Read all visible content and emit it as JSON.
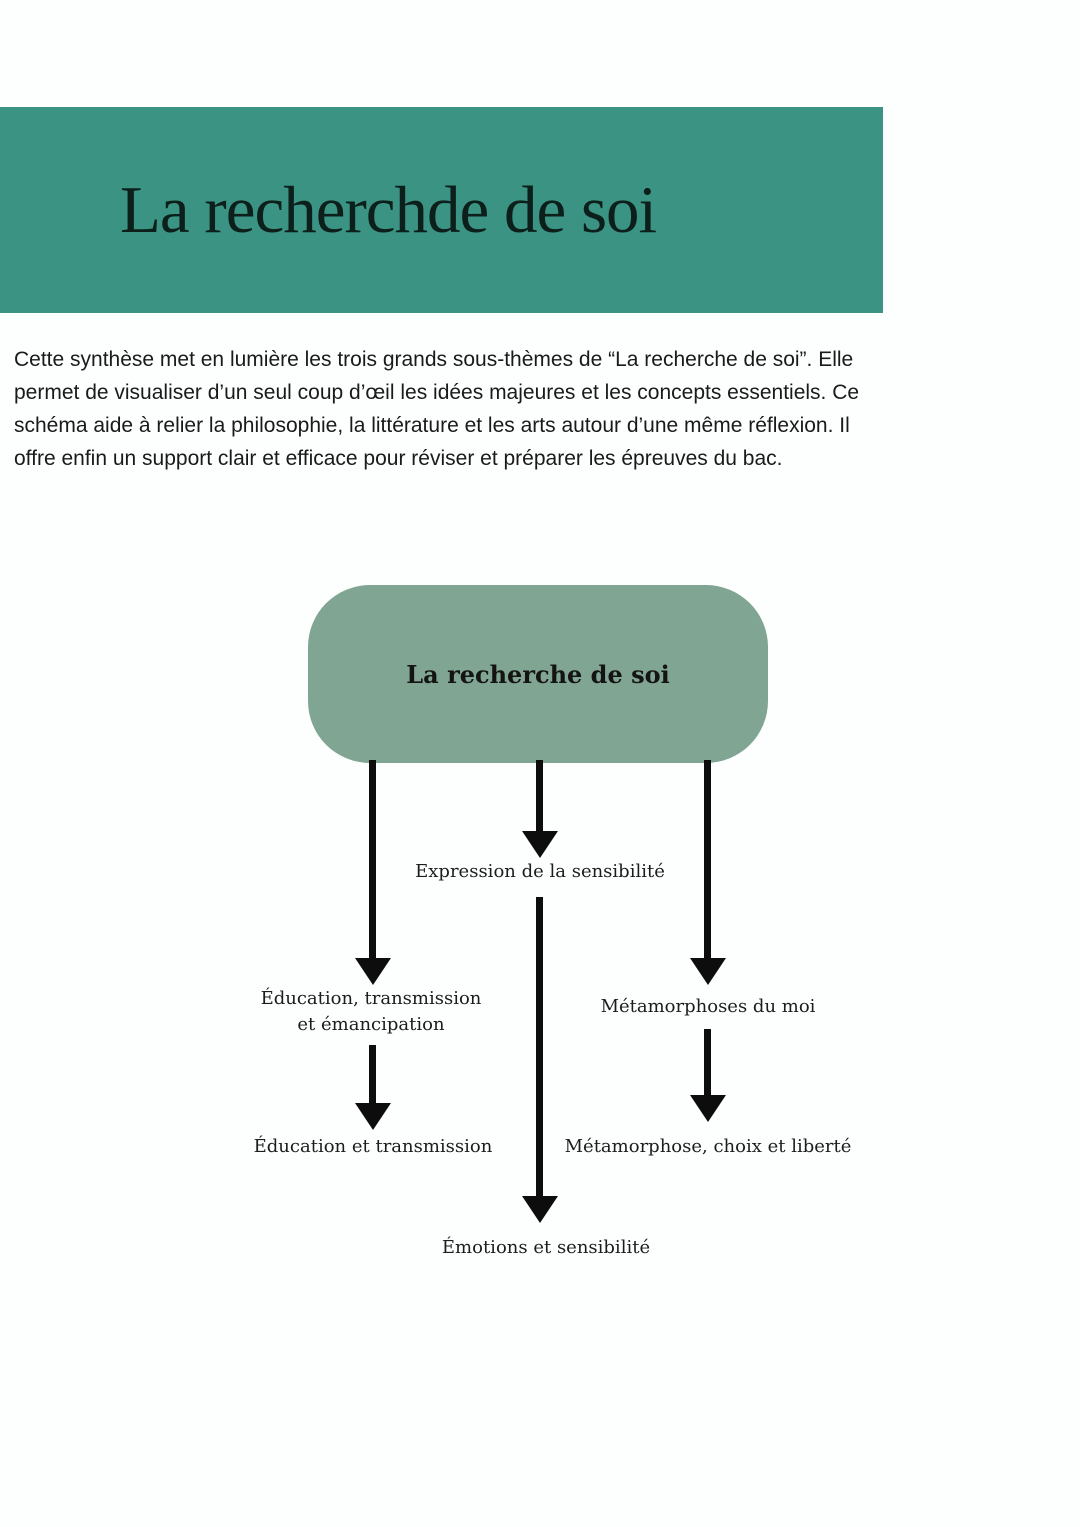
{
  "header": {
    "title": "La recherchde de soi"
  },
  "intro": {
    "text": "Cette synthèse met en lumière les trois grands sous-thèmes de “La recherche de soi”. Elle permet de visualiser d’un seul coup d’œil les idées majeures et les concepts essentiels. Ce schéma aide à relier la philosophie, la littérature et les arts autour d’une même réflexion. Il offre enfin un support clair et efficace pour réviser et préparer les épreuves du bac."
  },
  "diagram": {
    "root_label": "La recherche de soi",
    "labels": {
      "expression": "Expression de la sensibilité",
      "education_emancipation": "Éducation, transmission\net émancipation",
      "metamorphoses_moi": "Métamorphoses du moi",
      "education_transmission": "Éducation et transmission",
      "emotions_sensibilite": "Émotions et sensibilité",
      "metamorphose_choix_liberte": "Métamorphose, choix et liberté"
    }
  },
  "colors": {
    "banner": "#3b9384",
    "node": "#81a593",
    "arrow": "#0d0d0d",
    "text": "#1a1a1a"
  }
}
